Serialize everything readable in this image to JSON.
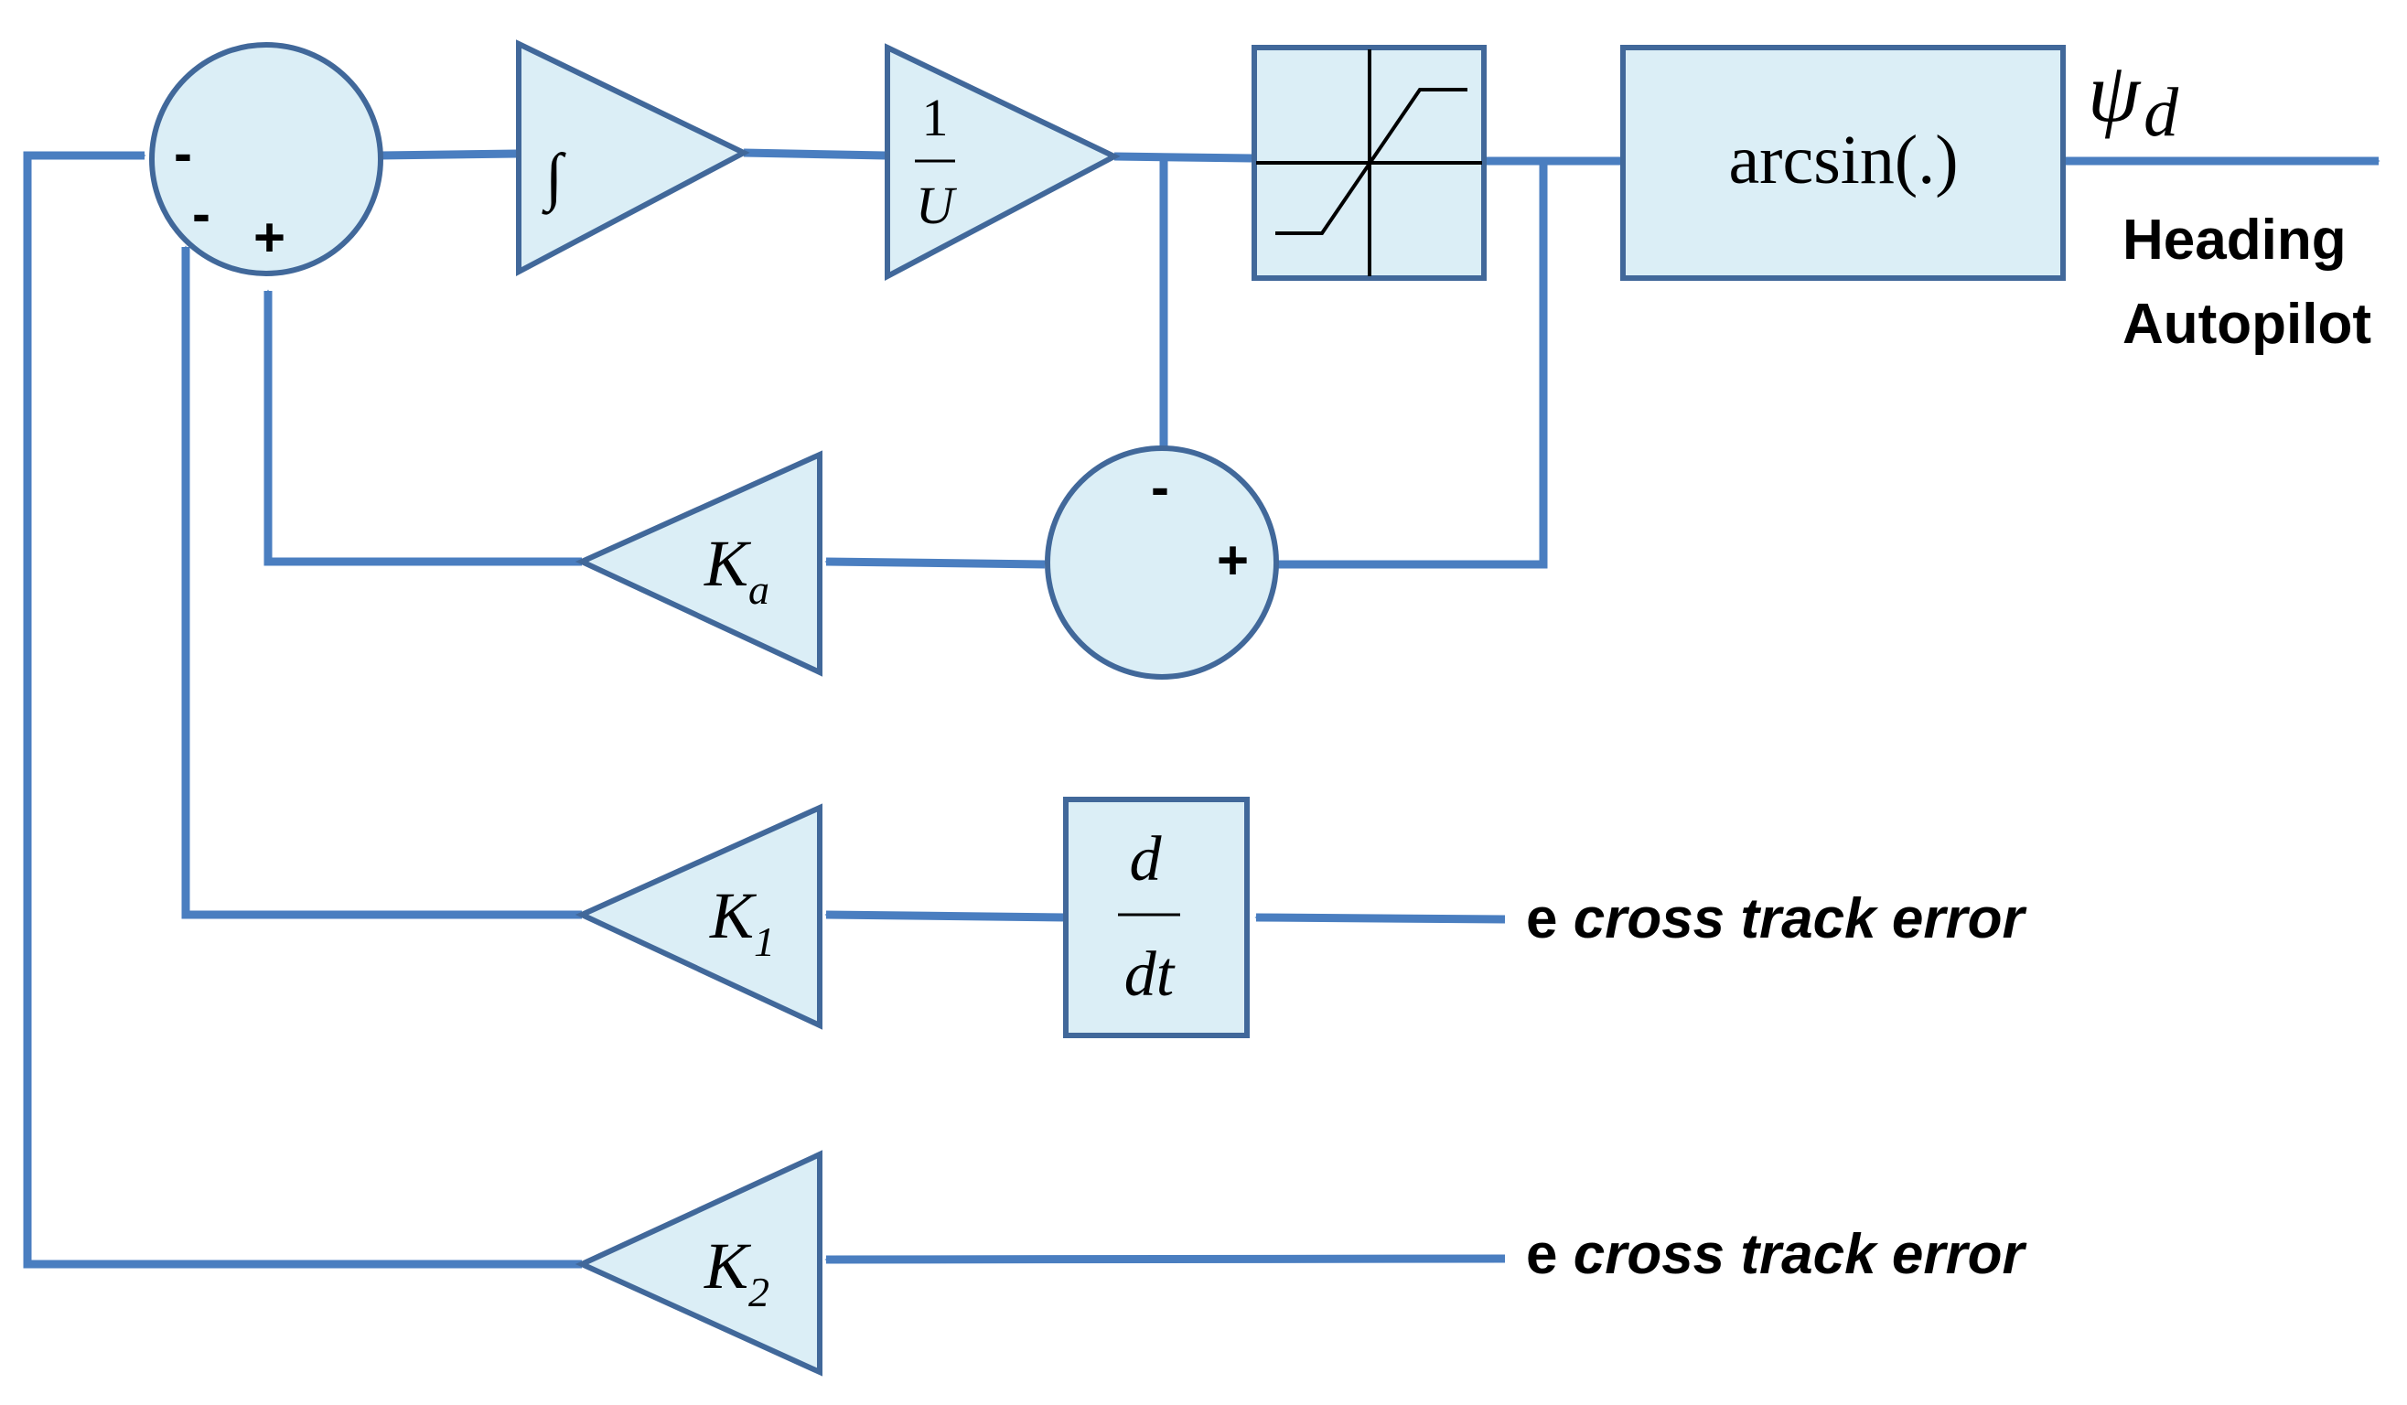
{
  "colors": {
    "block_fill": "#dbeef6",
    "block_stroke": "#41689a",
    "wire": "#4a7ec0",
    "text": "#000000"
  },
  "sum_main": {
    "sign_left": "-",
    "sign_lower_left": "-",
    "sign_bottom": "+"
  },
  "sum_lower": {
    "sign_top": "-",
    "sign_right": "+"
  },
  "integrator": {
    "symbol": "∫"
  },
  "inverse_u": {
    "numerator": "1",
    "denominator": "U"
  },
  "arcsin": {
    "label": "arcsin(.)"
  },
  "derivative": {
    "numerator": "d",
    "denominator": "dt"
  },
  "gains": {
    "ka": {
      "symbol": "K",
      "subscript": "a"
    },
    "k1": {
      "symbol": "K",
      "subscript": "1"
    },
    "k2": {
      "symbol": "K",
      "subscript": "2"
    }
  },
  "output": {
    "symbol": "ψ",
    "subscript": "d",
    "line1": "Heading",
    "line2": "Autopilot"
  },
  "inputs": {
    "k1_input": {
      "prefix": "e ",
      "text": "cross track error"
    },
    "k2_input": {
      "prefix": "e ",
      "text": "cross track error"
    }
  }
}
